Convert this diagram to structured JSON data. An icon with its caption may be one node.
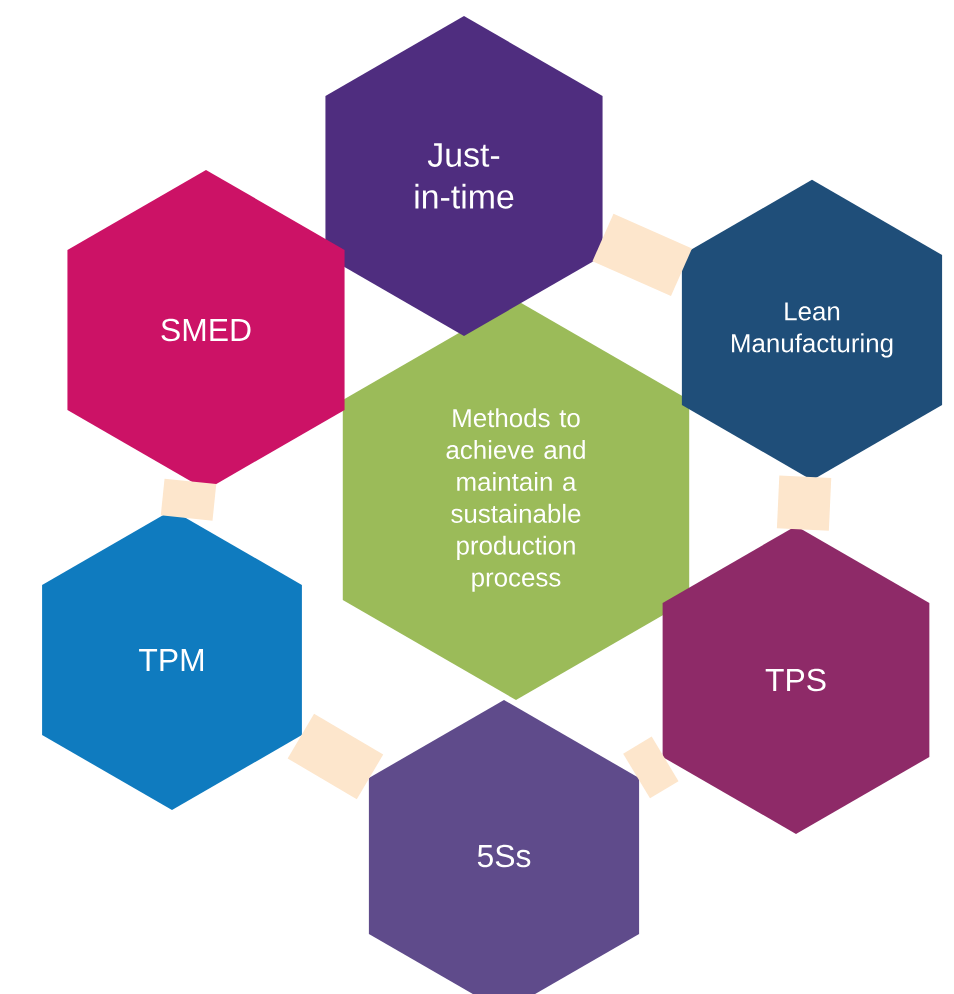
{
  "diagram": {
    "nodes": [
      {
        "text": [
          "Methods to achieve and maintain a sustainable production process"
        ]
      },
      {
        "text": [
          "Just-in-time"
        ]
      },
      {
        "text": [
          "Lean Manufacturing"
        ]
      },
      {
        "text": [
          "TPS"
        ]
      },
      {
        "text": [
          "5Ss"
        ]
      },
      {
        "text": [
          "TPM"
        ]
      },
      {
        "text": [
          "SMED"
        ]
      }
    ],
    "edges": [
      {
        "from": 1,
        "to": 2,
        "arrow": "none"
      },
      {
        "from": 2,
        "to": 3,
        "arrow": "none"
      },
      {
        "from": 3,
        "to": 4,
        "arrow": "none"
      },
      {
        "from": 4,
        "to": 5,
        "arrow": "none"
      },
      {
        "from": 5,
        "to": 6,
        "arrow": "none"
      }
    ]
  }
}
